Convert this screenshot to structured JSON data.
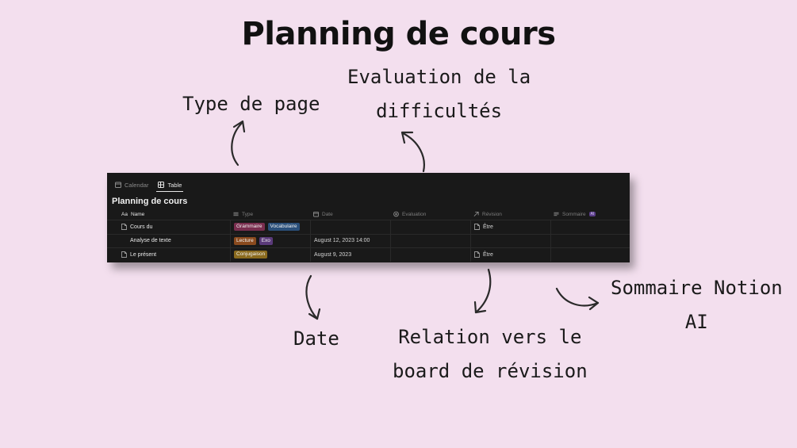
{
  "page": {
    "title": "Planning de cours"
  },
  "annotations": {
    "type_de_page": "Type de page",
    "evaluation": [
      "Evaluation de la",
      "difficultés"
    ],
    "date": "Date",
    "relation": [
      "Relation vers le",
      "board de révision"
    ],
    "sommaire": [
      "Sommaire Notion",
      "AI"
    ]
  },
  "icons": {
    "calendar": "calendar-icon",
    "table": "table-icon",
    "page": "page-icon",
    "list": "list-icon",
    "arrow_up_right": "arrow-up-right-icon"
  },
  "notion": {
    "views": [
      {
        "label": "Calendar",
        "active": false
      },
      {
        "label": "Table",
        "active": true
      }
    ],
    "db_title": "Planning de cours",
    "columns": {
      "name": "Name",
      "name_prefix": "Aa",
      "type": "Type",
      "date": "Date",
      "evaluation": "Evaluation",
      "revision": "Révision",
      "sommaire": "Sommaire",
      "sommaire_badge": "AI"
    },
    "rows": [
      {
        "name": "Cours du",
        "has_page_icon": true,
        "tags": [
          {
            "label": "Grammaire",
            "color": "#7a2e4f"
          },
          {
            "label": "Vocabulaire",
            "color": "#2a4f7a"
          }
        ],
        "date": "",
        "evaluation": "",
        "revision": "Être",
        "sommaire": ""
      },
      {
        "name": "Analyse de texte",
        "has_page_icon": false,
        "tags": [
          {
            "label": "Lecture",
            "color": "#8a4a1e"
          },
          {
            "label": "Exo",
            "color": "#5a3a7a"
          }
        ],
        "date": "August 12, 2023 14:00",
        "evaluation": "",
        "revision": "",
        "sommaire": ""
      },
      {
        "name": "Le présent",
        "has_page_icon": true,
        "tags": [
          {
            "label": "Conjugaison",
            "color": "#8a6a1e"
          }
        ],
        "date": "August 9, 2023",
        "evaluation": "",
        "revision": "Être",
        "sommaire": ""
      }
    ]
  },
  "colors": {
    "background": "#f3dfee",
    "panel": "#191919",
    "accent_ai": "#5a3d88"
  }
}
